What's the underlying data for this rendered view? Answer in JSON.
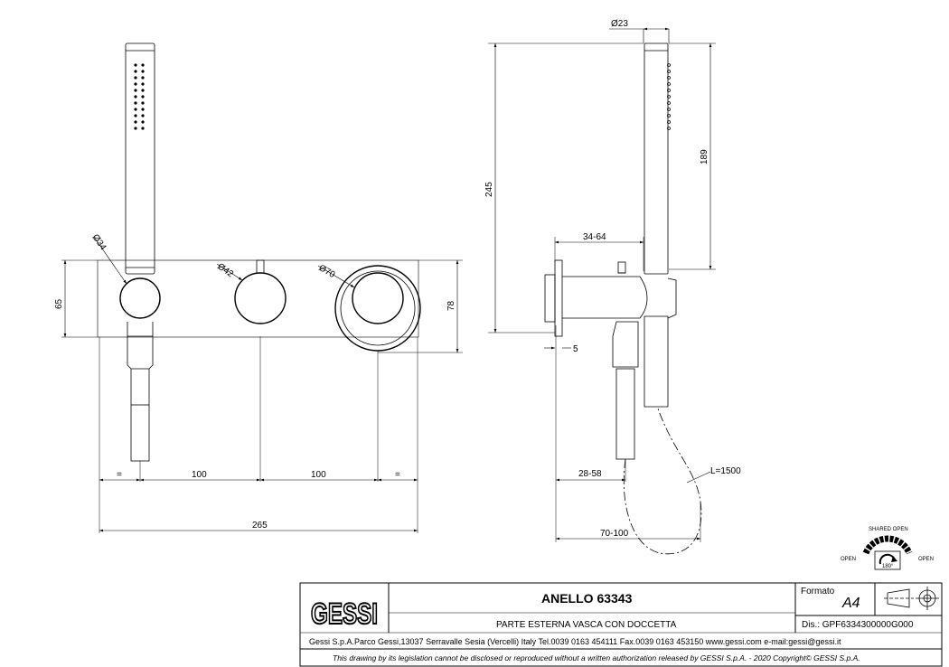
{
  "front_view": {
    "dim_d34": "Ø34",
    "dim_d42": "Ø42",
    "dim_d70": "Ø70",
    "dim_height_65": "65",
    "dim_height_78": "78",
    "dim_eq_left": "=",
    "dim_spacing_1": "100",
    "dim_spacing_2": "100",
    "dim_eq_right": "=",
    "dim_total_width": "265"
  },
  "side_view": {
    "dim_d23": "Ø23",
    "dim_height_245": "245",
    "dim_height_189": "189",
    "dim_depth_34_64": "34-64",
    "dim_plate_5": "5",
    "dim_depth_28_58": "28-58",
    "dim_depth_70_100": "70-100",
    "dim_hose_length": "L=1500"
  },
  "operation_symbol": {
    "label_top": "SHARED OPEN",
    "label_left": "OPEN",
    "label_right": "OPEN",
    "label_angle": "180°"
  },
  "title_block": {
    "logo_text": "GESSI",
    "product_name": "ANELLO 63343",
    "product_description": "PARTE ESTERNA VASCA CON DOCCETTA",
    "format_label": "Formato",
    "format_value": "A4",
    "drawing_number": "Dis.: GPF6334300000G000",
    "company_info": "Gessi S.p.A.Parco Gessi,13037 Serravalle Sesia (Vercelli) Italy Tel.0039 0163 454111 Fax.0039 0163 453150 www.gessi.com e-mail:gessi@gessi.it",
    "copyright_notice": "This drawing by its legislation cannot be disclosed or reproduced without a written authorization released by GESSI S.p.A. - 2020 Copyright© GESSI S.p.A."
  }
}
